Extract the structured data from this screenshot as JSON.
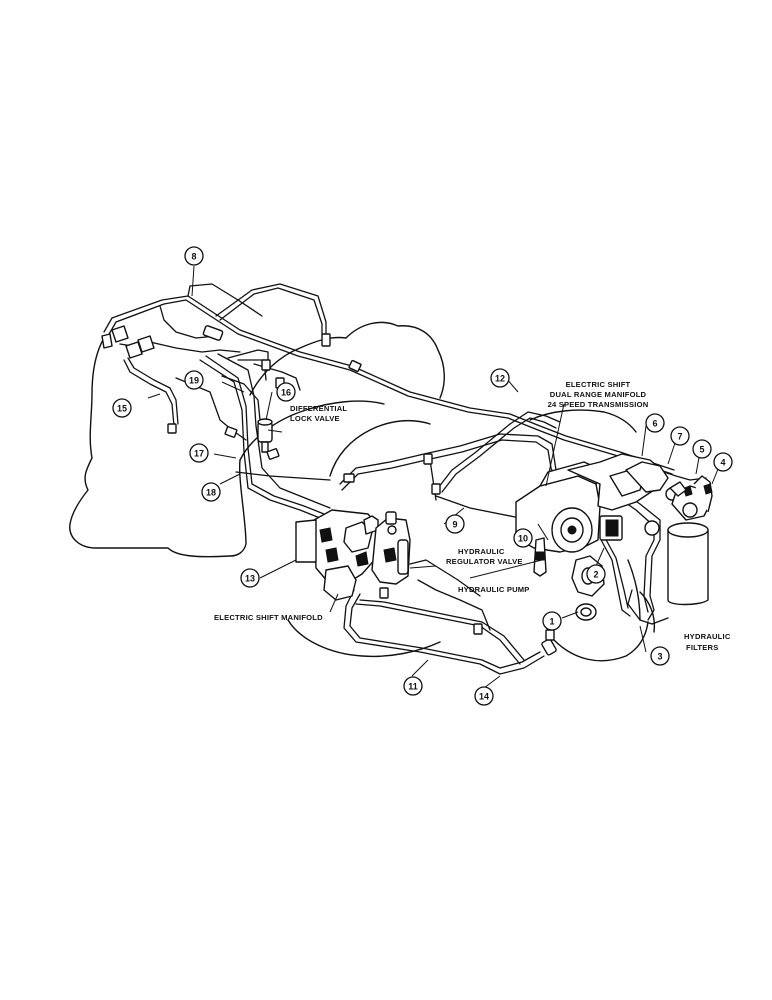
{
  "labels": {
    "electric_shift_dual_range": [
      "ELECTRIC SHIFT",
      "DUAL RANGE MANIFOLD",
      "24 SPEED TRANSMISSION"
    ],
    "differential_lock_valve": [
      "DIFFERENTIAL",
      "LOCK VALVE"
    ],
    "hydraulic_regulator_valve": [
      "HYDRAULIC",
      "REGULATOR VALVE"
    ],
    "hydraulic_pump": "HYDRAULIC PUMP",
    "electric_shift_manifold": "ELECTRIC SHIFT MANIFOLD",
    "hydraulic_filters": [
      "HYDRAULIC",
      "FILTERS"
    ]
  },
  "callouts": [
    "1",
    "2",
    "3",
    "4",
    "5",
    "6",
    "7",
    "8",
    "9",
    "10",
    "11",
    "12",
    "13",
    "14",
    "15",
    "16",
    "17",
    "18",
    "19"
  ]
}
